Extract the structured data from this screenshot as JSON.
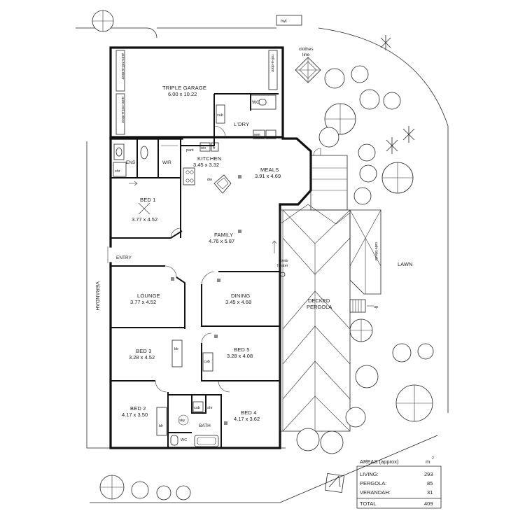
{
  "rooms": [
    {
      "id": "garage",
      "name": "TRIPLE GARAGE",
      "dims": "6.00 x 10.22"
    },
    {
      "id": "ldry",
      "name": "L'DRY",
      "dims": ""
    },
    {
      "id": "ens",
      "name": "ENS",
      "dims": ""
    },
    {
      "id": "wir",
      "name": "WIR",
      "dims": ""
    },
    {
      "id": "kitchen",
      "name": "KITCHEN",
      "dims": "3.45 x 3.32"
    },
    {
      "id": "meals",
      "name": "MEALS",
      "dims": "3.91 x 4.69"
    },
    {
      "id": "bed1",
      "name": "BED 1",
      "dims": "3.77 x 4.52"
    },
    {
      "id": "family",
      "name": "FAMILY",
      "dims": "4.76 x 5.87"
    },
    {
      "id": "lounge",
      "name": "LOUNGE",
      "dims": "3.77 x 4.52"
    },
    {
      "id": "dining",
      "name": "DINING",
      "dims": "3.45 x 4.68"
    },
    {
      "id": "bed3",
      "name": "BED 3",
      "dims": "3.28 x 4.52"
    },
    {
      "id": "bed5",
      "name": "BED 5",
      "dims": "3.28 x 4.08"
    },
    {
      "id": "bed2",
      "name": "BED 2",
      "dims": "4.17 x 3.50"
    },
    {
      "id": "bed4",
      "name": "BED 4",
      "dims": "4.17 x 3.62"
    },
    {
      "id": "bath",
      "name": "BATH",
      "dims": ""
    }
  ],
  "fixtures": {
    "rwt": "rwt",
    "clothes_line_1": "clothes",
    "clothes_line_2": "line",
    "roll_door": "roll-a-door",
    "auto_door": "auto-roll-a-door",
    "wc": "WC",
    "cub": "cub",
    "wm": "wm",
    "pant": "pant",
    "wo": "wo",
    "fr": "fr",
    "shr": "shr",
    "dw": "dw",
    "entry": "ENTRY",
    "comb_heater_1": "comb",
    "comb_heater_2": "heater",
    "blr": "blr",
    "sky": "sky",
    "up": "up"
  },
  "outdoor": {
    "verandah": "VERANDAH",
    "decked_pergola_1": "DECKED",
    "decked_pergola_2": "PERGOLA",
    "cafe_blinds": "cafe blinds",
    "lawn": "LAWN"
  },
  "areas": {
    "title": "AREAS (approx)",
    "unit": "m",
    "unit_sup": "2",
    "rows": [
      {
        "label": "LIVING:",
        "value": "293"
      },
      {
        "label": "PERGOLA:",
        "value": "85"
      },
      {
        "label": "VERANDAH:",
        "value": "31"
      }
    ],
    "total_label": "TOTAL",
    "total_value": "409"
  }
}
